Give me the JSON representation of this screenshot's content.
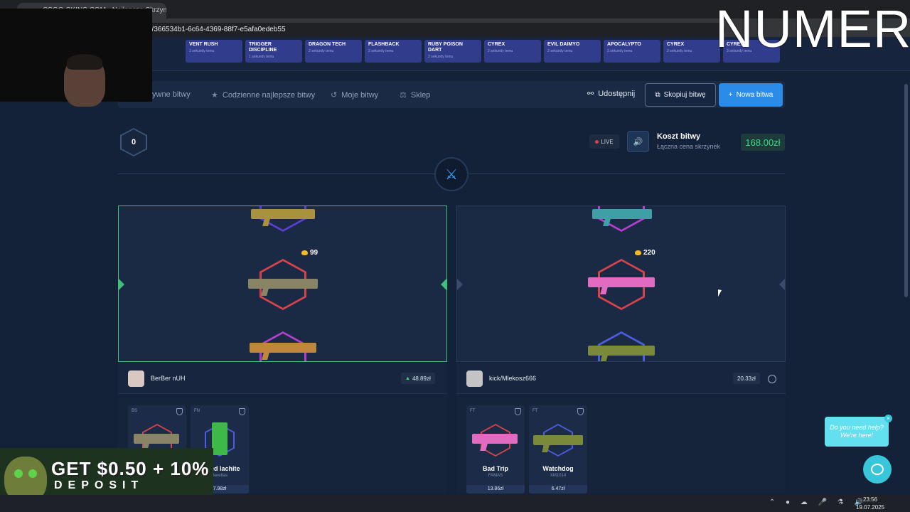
{
  "browser": {
    "tab_title": "CSGO-SKINS.COM - Najlepsze Skrzynki",
    "url": "e/366534b1-6c64-4369-88f7-e5afa0edeb55"
  },
  "ticker": [
    {
      "name": "Vent Rush",
      "time": "1 sekundy temu"
    },
    {
      "name": "Trigger Discipline",
      "time": "1 sekundy temu"
    },
    {
      "name": "Dragon Tech",
      "time": "2 sekundy temu"
    },
    {
      "name": "Flashback",
      "time": "2 sekundy temu"
    },
    {
      "name": "Ruby Poison Dart",
      "time": "2 sekundy temu"
    },
    {
      "name": "Cyrex",
      "time": "2 sekundy temu"
    },
    {
      "name": "Evil Daimyo",
      "time": "2 sekundy temu"
    },
    {
      "name": "Apocalypto",
      "time": "3 sekundy temu"
    },
    {
      "name": "Cyrex",
      "time": "3 sekundy temu"
    },
    {
      "name": "Cyrex",
      "time": "3 sekundy temu"
    }
  ],
  "nav": {
    "active_battles": "ywne bitwy",
    "daily_best": "Codzienne najlepsze bitwy",
    "my_battles": "Moje bitwy",
    "shop": "Sklep",
    "share": "Udostępnij",
    "copy": "Skopiuj bitwę",
    "new": "Nowa bitwa"
  },
  "battle": {
    "round": "0",
    "live": "LIVE",
    "cost_title": "Koszt bitwy",
    "cost_sub": "Łączna cena skrzynek",
    "cost_value": "168.00zł"
  },
  "players": [
    {
      "name": "BerBer nUH",
      "value": "48.89zł",
      "coins": "99",
      "items": [
        {
          "cond": "BS",
          "name": "",
          "model": "",
          "price": ""
        },
        {
          "cond": "FN",
          "name": "lished lachite",
          "model": "Berettas",
          "price": "7.98zł"
        }
      ]
    },
    {
      "name": "kick/Mlekosz666",
      "value": "20.33zł",
      "coins": "220",
      "items": [
        {
          "cond": "FT",
          "name": "Bad Trip",
          "model": "FAMAS",
          "price": "13.86zł"
        },
        {
          "cond": "FT",
          "name": "Watchdog",
          "model": "XM1014",
          "price": "6.47zł"
        }
      ]
    }
  ],
  "overlay": {
    "numer": "NUMER",
    "promo_main": "GET $0.50 + 10%",
    "promo_sub": "DEPOSIT"
  },
  "help": {
    "text": "Do you need help? We're here!"
  },
  "clock": {
    "time": "23:56",
    "date": "19.07.2025"
  },
  "colors": {
    "accent": "#2b8be8",
    "win": "#3ddc84",
    "bg": "#132238"
  }
}
